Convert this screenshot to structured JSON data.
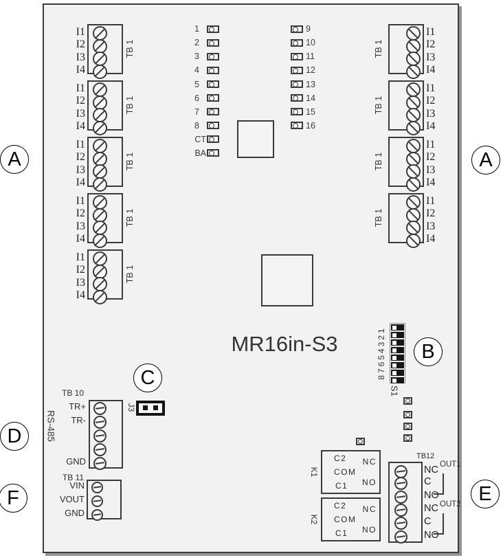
{
  "board": {
    "model": "MR16in-S3"
  },
  "callouts": {
    "a_left": "A",
    "a_right": "A",
    "b": "B",
    "c": "C",
    "d": "D",
    "e": "E",
    "f": "F"
  },
  "terminal_block": {
    "label": "TB 1",
    "pins": [
      "I1",
      "I2",
      "I3",
      "I4"
    ]
  },
  "leds": {
    "left": [
      "1",
      "2",
      "3",
      "4",
      "5",
      "6",
      "7",
      "8",
      "CT",
      "BA"
    ],
    "right": [
      "9",
      "10",
      "11",
      "12",
      "13",
      "14",
      "15",
      "16"
    ]
  },
  "dip_switch": {
    "label": "S1",
    "scale": "87654321"
  },
  "jumper": {
    "label": "J3"
  },
  "comms": {
    "bus": "RS-485",
    "block": "TB 10",
    "tr_plus": "TR+",
    "tr_minus": "TR-",
    "gnd": "GND"
  },
  "power": {
    "block": "TB 11",
    "vin": "VIN",
    "vout": "VOUT",
    "gnd": "GND"
  },
  "relays": [
    {
      "name": "K1",
      "c2": "C2",
      "com": "COM",
      "c1": "C1",
      "nc": "NC",
      "no": "NO"
    },
    {
      "name": "K2",
      "c2": "C2",
      "com": "COM",
      "c1": "C1",
      "nc": "NC",
      "no": "NO"
    }
  ],
  "outputs": {
    "block": "TB12",
    "rows": [
      "NC",
      "C",
      "NO",
      "NC",
      "C",
      "NO"
    ],
    "groups": [
      "OUT1",
      "OUT2"
    ]
  },
  "colors": {
    "board_fill": "#f2f2f2",
    "line": "#3a3a3a",
    "black": "#151515"
  }
}
